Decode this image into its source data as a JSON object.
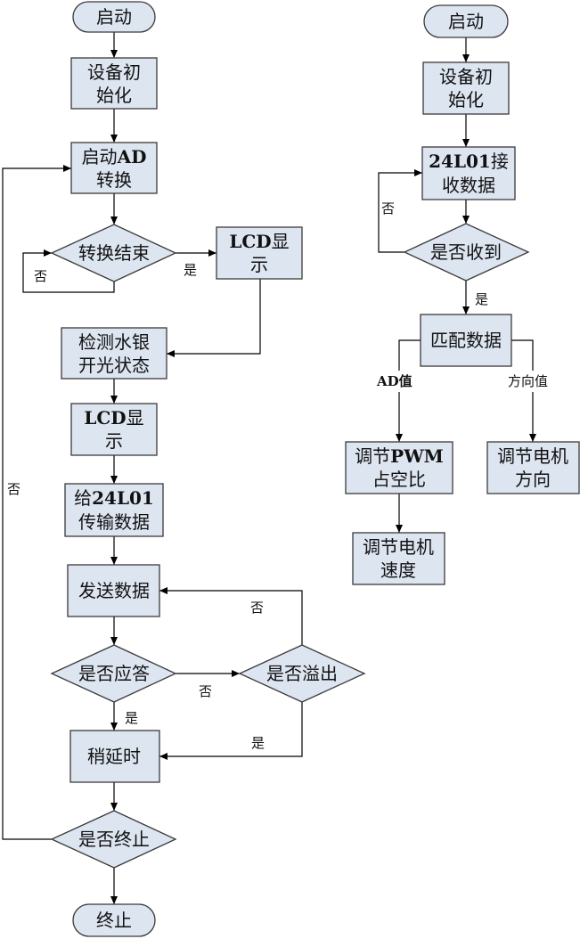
{
  "diagram": {
    "nodes": {
      "l_start": {
        "lines": [
          "启动"
        ]
      },
      "l_init": {
        "lines": [
          "设备初",
          "始化"
        ]
      },
      "l_ad": {
        "lines": [
          "启动AD",
          "转换"
        ]
      },
      "l_conv": {
        "lines": [
          "转换结束"
        ]
      },
      "l_lcd1": {
        "lines": [
          "LCD显",
          "示"
        ]
      },
      "l_detect": {
        "lines": [
          "检测水银",
          "开光状态"
        ]
      },
      "l_lcd2": {
        "lines": [
          "LCD显",
          "示"
        ]
      },
      "l_tx": {
        "lines": [
          "给24L01",
          "传输数据"
        ]
      },
      "l_send": {
        "lines": [
          "发送数据"
        ]
      },
      "l_ack": {
        "lines": [
          "是否应答"
        ]
      },
      "l_ovf": {
        "lines": [
          "是否溢出"
        ]
      },
      "l_delay": {
        "lines": [
          "稍延时"
        ]
      },
      "l_term": {
        "lines": [
          "是否终止"
        ]
      },
      "l_end": {
        "lines": [
          "终止"
        ]
      },
      "r_start": {
        "lines": [
          "启动"
        ]
      },
      "r_init": {
        "lines": [
          "设备初",
          "始化"
        ]
      },
      "r_recv": {
        "lines": [
          "24L01接",
          "收数据"
        ]
      },
      "r_got": {
        "lines": [
          "是否收到"
        ]
      },
      "r_match": {
        "lines": [
          "匹配数据"
        ]
      },
      "r_pwm": {
        "lines": [
          "调节PWM",
          "占空比"
        ]
      },
      "r_dir": {
        "lines": [
          "调节电机",
          "方向"
        ]
      },
      "r_speed": {
        "lines": [
          "调节电机",
          "速度"
        ]
      }
    },
    "edge_labels": {
      "conv_no": "否",
      "conv_yes": "是",
      "term_no": "否",
      "ack_no": "否",
      "ack_yes": "是",
      "ovf_no": "否",
      "ovf_yes": "是",
      "got_no": "否",
      "got_yes": "是",
      "match_ad": "AD值",
      "match_dir": "方向值"
    },
    "colors": {
      "node_fill": "#dde5f1",
      "node_stroke": "#3a3a3a",
      "line": "#000000"
    }
  }
}
